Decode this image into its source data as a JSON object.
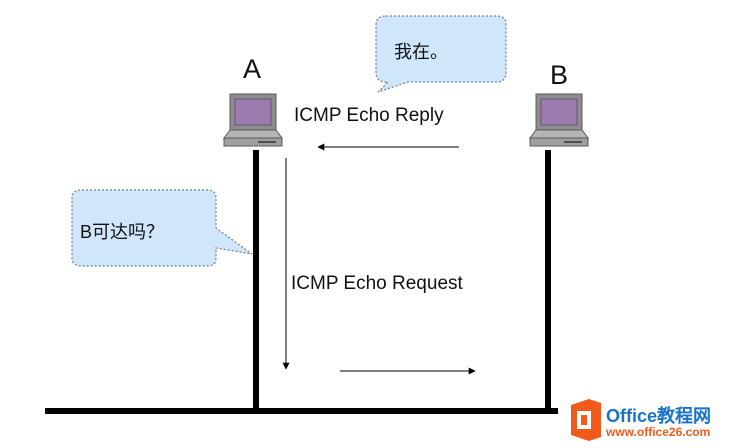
{
  "hosts": {
    "a": {
      "label": "A"
    },
    "b": {
      "label": "B"
    }
  },
  "messages": {
    "reply": "ICMP Echo Reply",
    "request": "ICMP Echo Request"
  },
  "bubbles": {
    "a_question": "B可达吗？",
    "b_answer": "我在。"
  },
  "watermark": {
    "brand": "Office教程网",
    "url": "www.office26.com"
  },
  "colors": {
    "bubble_fill": "#cfe6fb",
    "bubble_border": "#6d7f8e",
    "computer_case": "#8d8d8d",
    "computer_screen": "#9c7cae",
    "line": "#000000",
    "watermark_orange": "#f05a1a",
    "watermark_blue": "#1a73c8"
  }
}
